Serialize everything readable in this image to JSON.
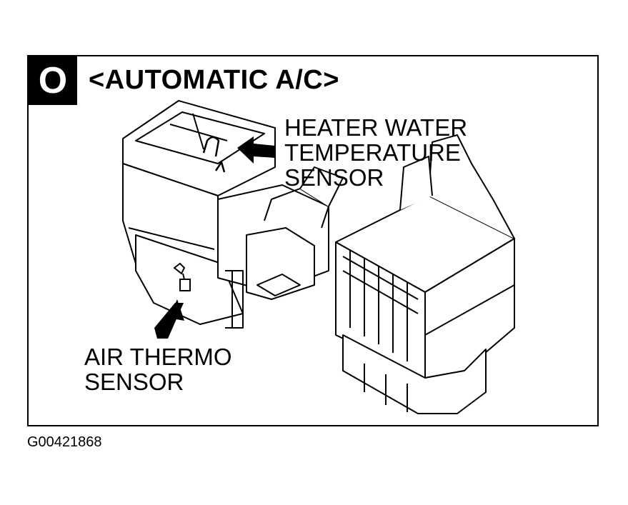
{
  "figure": {
    "badge": "O",
    "title": "<AUTOMATIC A/C>",
    "labels": {
      "heater_water_temperature_sensor": "HEATER WATER\nTEMPERATURE\nSENSOR",
      "air_thermo_sensor": "AIR THERMO\nSENSOR"
    },
    "figure_id": "G00421868"
  }
}
